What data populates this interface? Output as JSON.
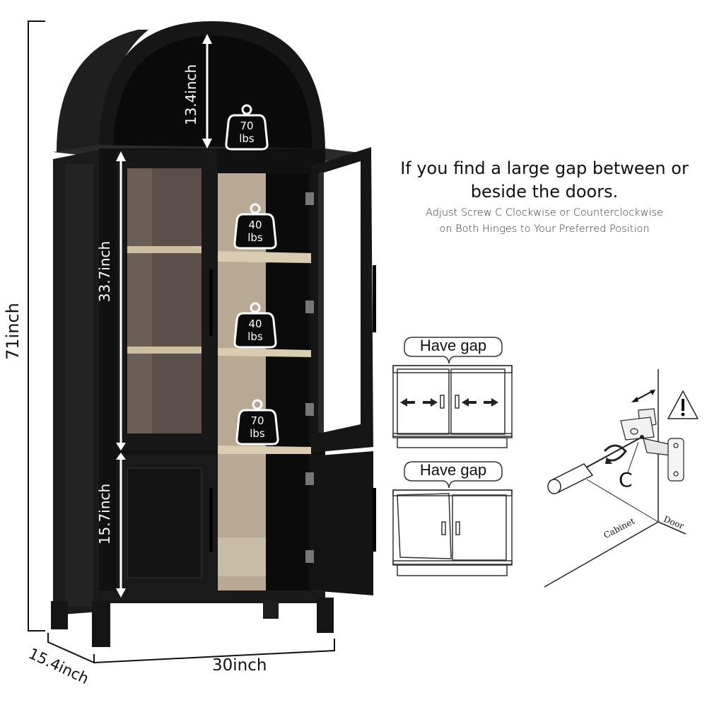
{
  "image": {
    "type": "product-dimension-diagram",
    "background": "#ffffff"
  },
  "dimensions": {
    "total_height": "71inch",
    "top_arch_height": "13.4inch",
    "upper_section_height": "33.7inch",
    "lower_section_height": "15.7inch",
    "depth": "15.4inch",
    "width": "30inch"
  },
  "weight_capacity": [
    {
      "position": "top-arch",
      "value": "70",
      "unit": "lbs"
    },
    {
      "position": "upper-shelf-1",
      "value": "40",
      "unit": "lbs"
    },
    {
      "position": "upper-shelf-2",
      "value": "40",
      "unit": "lbs"
    },
    {
      "position": "middle-shelf",
      "value": "70",
      "unit": "lbs"
    }
  ],
  "instructions": {
    "headline": "If you find a large gap between or beside the doors.",
    "headline_line1": "If you find a large gap between or",
    "headline_line2": "beside the doors.",
    "subtext_line1": "Adjust Screw C Clockwise or Counterclockwise",
    "subtext_line2": "on Both Hinges to Your Preferred Position"
  },
  "gap_diagrams": [
    {
      "label": "Have gap",
      "kind": "gap-between-doors"
    },
    {
      "label": "Have gap",
      "kind": "door-misaligned"
    }
  ],
  "hinge_diagram": {
    "screw_label": "C",
    "cabinet_label": "Cabinet",
    "door_label": "Door",
    "warning_icon": "warning-triangle-icon"
  },
  "colors": {
    "cabinet_black": "#141414",
    "cabinet_frame": "#222222",
    "shelf_wood": "#d9ccb0",
    "back_panel": "#6e625a",
    "glass_tint": "#4e4540",
    "text_dark": "#111111",
    "annotation_white": "#ffffff"
  }
}
